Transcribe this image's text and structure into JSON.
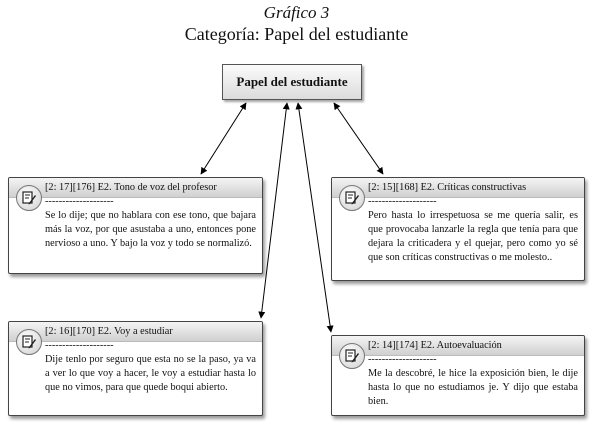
{
  "figure": {
    "title": "Gráfico 3",
    "subtitle": "Categoría: Papel del estudiante"
  },
  "center_node": {
    "label": "Papel del estudiante"
  },
  "quotes": [
    {
      "header": "[2: 17][176] E2. Tono de voz del profesor",
      "divider": "--------------------",
      "text": "Se lo dije; que no hablara con ese tono, que bajara más la voz, por que asustaba a uno, entonces pone nervioso a uno. Y bajo la voz y todo se normalizó.",
      "icon": "quote-note-icon"
    },
    {
      "header": "[2: 15][168] E2. Críticas constructivas",
      "divider": "--------------------",
      "text": "Pero hasta lo irrespetuosa se me quería salir, es que provocaba lanzarle la regla que tenía para que dejara la criticadera y el quejar, pero como yo sé que son críticas constructivas o me molesto..",
      "icon": "quote-note-icon"
    },
    {
      "header": "[2: 16][170] E2. Voy a estudiar",
      "divider": "--------------------",
      "text": "Dije tenlo por seguro que esta no se la paso, ya va a ver lo que voy a hacer, le voy a estudiar hasta lo que no vimos, para que quede boqui abierto.",
      "icon": "quote-note-icon"
    },
    {
      "header": "[2: 14][174] E2. Autoevaluación",
      "divider": "--------------------",
      "text": "Me la descobré, le hice la exposición bien, le dije hasta lo que no estudiamos je. Y dijo que estaba bien.",
      "icon": "quote-note-icon"
    }
  ],
  "colors": {
    "line": "#000000",
    "box_border": "#444444",
    "header_gradient_top": "#f4f4f4",
    "header_gradient_bottom": "#d0d0d0"
  }
}
